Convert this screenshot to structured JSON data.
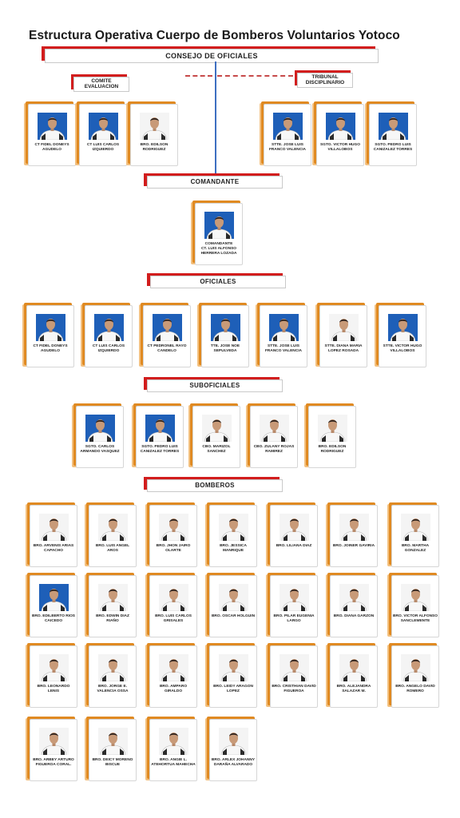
{
  "title": "Estructura Operativa Cuerpo de Bomberos Voluntarios Yotoco",
  "banners": {
    "consejo": "CONSEJO DE OFICIALES",
    "comite": "COMITE EVALUACION",
    "tribunal": "TRIBUNAL DISCIPLINARIO",
    "comandante": "COMANDANTE",
    "oficiales": "OFICIALES",
    "suboficiales": "SUBOFICIALES",
    "bomberos": "BOMBEROS"
  },
  "comite_members": [
    {
      "name": "CT FIDEL DONEYS AGUDELO",
      "bg": "blue"
    },
    {
      "name": "CT LUIS CARLOS IZQUIERDO",
      "bg": "blue"
    },
    {
      "name": "BRO. EDILSON RODRIGUEZ",
      "bg": "white"
    }
  ],
  "tribunal_members": [
    {
      "name": "STTE. JOSE LUIS FRANCO VALENCIA",
      "bg": "blue"
    },
    {
      "name": "SGTO. VICTOR HUGO VILLALOBOS",
      "bg": "blue"
    },
    {
      "name": "SGTO. PEDRO LUIS CANIZALEZ TORRES",
      "bg": "blue"
    }
  ],
  "comandante": {
    "role": "COMANDANTE",
    "name": "CT. LUIS ALFONSO HERRERA LOZADA",
    "bg": "blue"
  },
  "oficiales": [
    {
      "name": "CT FIDEL DONEYS AGUDELO",
      "bg": "blue"
    },
    {
      "name": "CT LUIS CARLOS IZQUIERDO",
      "bg": "blue"
    },
    {
      "name": "CT PEDRONEL RAYO CANDELO",
      "bg": "blue"
    },
    {
      "name": "TTE. JOSE NOE SEPULVEDA",
      "bg": "blue"
    },
    {
      "name": "STTE. JOSE LUIS FRANCO VALENCIA",
      "bg": "blue"
    },
    {
      "name": "STTE. DIANA MARIA LOPEZ ROSADA",
      "bg": "white"
    },
    {
      "name": "STTE. VICTOR HUGO VILLALOBOS",
      "bg": "blue"
    }
  ],
  "suboficiales": [
    {
      "name": "SGTO. CARLOS ARMANDO VASQUEZ",
      "bg": "blue"
    },
    {
      "name": "SGTO. PEDRO LUIS CANIZALEZ TORRES",
      "bg": "blue"
    },
    {
      "name": "CBO. MARIZOL SANCHEZ",
      "bg": "white"
    },
    {
      "name": "CBO. ZULANY ROJAS RAMIREZ",
      "bg": "white"
    },
    {
      "name": "BRO. EDILSON RODRIGUEZ",
      "bg": "white"
    }
  ],
  "bomberos": [
    {
      "name": "BRO. ARVENIS ARIAS CAPACHO",
      "bg": "white"
    },
    {
      "name": "BRO. LUIS ANGEL AROS",
      "bg": "white"
    },
    {
      "name": "BRO. JHON JAIRO OLARTE",
      "bg": "white"
    },
    {
      "name": "BRO. JESSICA MANRIQUE",
      "bg": "white"
    },
    {
      "name": "BRO. LILIANA DIAZ",
      "bg": "white"
    },
    {
      "name": "BRO. JOINER GAVIRIA",
      "bg": "white"
    },
    {
      "name": "BRO. MARTHA GONZALEZ",
      "bg": "white"
    },
    {
      "name": "BRO. EDILBERTO RIOS CAICEDO",
      "bg": "blue"
    },
    {
      "name": "BRO. EDWIN DIAZ RIAÑO",
      "bg": "white"
    },
    {
      "name": "BRO. LUIS CARLOS GRISALES",
      "bg": "white"
    },
    {
      "name": "BRO. OSCAR HOLGUIN",
      "bg": "white"
    },
    {
      "name": "BRO. PILAR EUGENIA LARGO",
      "bg": "white"
    },
    {
      "name": "BRO. DIANA GARZON",
      "bg": "white"
    },
    {
      "name": "BRO. VICTOR ALFONSO SANCLEMENTE",
      "bg": "white"
    },
    {
      "name": "BRO. LEONARDO LENIS",
      "bg": "white"
    },
    {
      "name": "BRO. JORGE E. VALENCIA OSSA",
      "bg": "white"
    },
    {
      "name": "BRO. AMPARO GIRALDO",
      "bg": "white"
    },
    {
      "name": "BRO. LEIDY ARAGON LOPEZ",
      "bg": "white"
    },
    {
      "name": "BRO. CRISTHIAN DAVID FIGUEROA",
      "bg": "white"
    },
    {
      "name": "BRO. ALEJANDRA SALAZAR M.",
      "bg": "white"
    },
    {
      "name": "BRO. ANGELO DAVID ROMERO",
      "bg": "white"
    },
    {
      "name": "BRO. ARBEY ARTURO FIGUEROA CORAL.",
      "bg": "white"
    },
    {
      "name": "BRO. DEICY MORENO BISCUE",
      "bg": "white"
    },
    {
      "name": "BRO. ANGIE L. ATEHORTUA MAHECHA",
      "bg": "white"
    },
    {
      "name": "BRO. ARLEX JOHANNY DARAÑA ALVARADO",
      "bg": "white"
    }
  ],
  "colors": {
    "accent_red": "#d21d1d",
    "card_orange": "#e08a22",
    "photo_blue": "#1e5fb8",
    "connector_blue": "#3e6fc1"
  }
}
